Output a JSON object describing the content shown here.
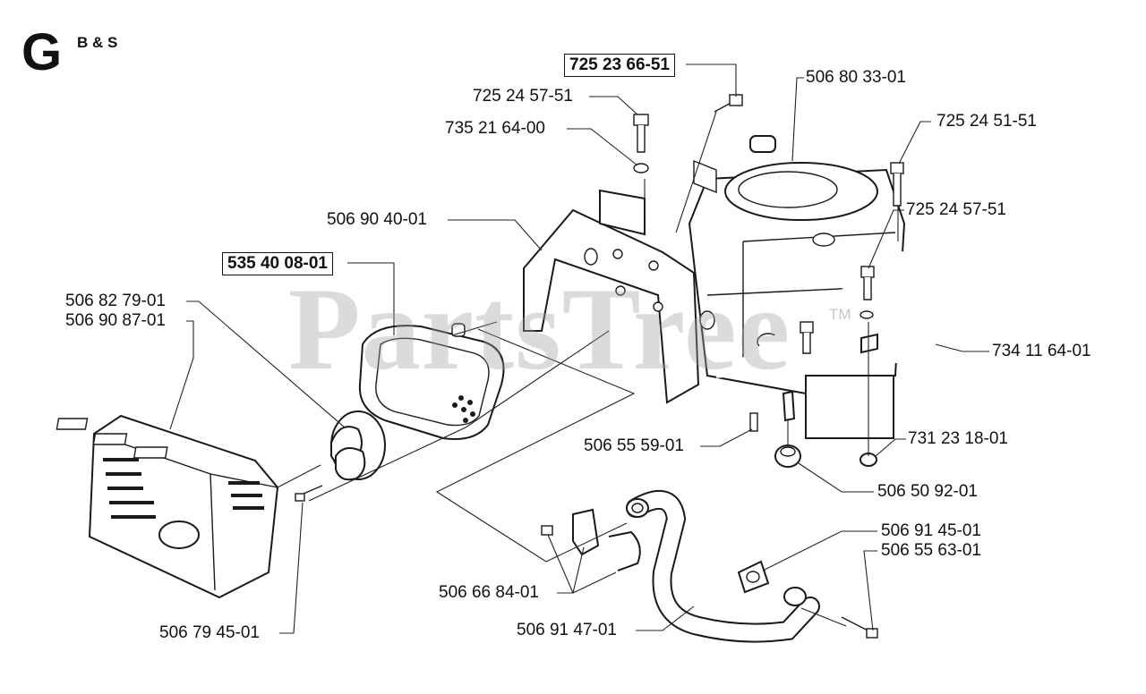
{
  "header": {
    "section_letter": "G",
    "subtitle": "B & S"
  },
  "watermark": {
    "text": "PartsTree",
    "trademark": "TM"
  },
  "callouts": [
    {
      "id": "c1",
      "number": "725 23 66-51",
      "boxed": true
    },
    {
      "id": "c2",
      "number": "725 24 57-51",
      "boxed": false
    },
    {
      "id": "c3",
      "number": "735 21 64-00",
      "boxed": false
    },
    {
      "id": "c4",
      "number": "506 80 33-01",
      "boxed": false
    },
    {
      "id": "c5",
      "number": "725 24 51-51",
      "boxed": false
    },
    {
      "id": "c6",
      "number": "725 24 57-51",
      "boxed": false
    },
    {
      "id": "c7",
      "number": "506 90 40-01",
      "boxed": false
    },
    {
      "id": "c8",
      "number": "535 40 08-01",
      "boxed": true
    },
    {
      "id": "c9",
      "number": "506 82 79-01",
      "boxed": false
    },
    {
      "id": "c10",
      "number": "506 90 87-01",
      "boxed": false
    },
    {
      "id": "c11",
      "number": "734 11 64-01",
      "boxed": false
    },
    {
      "id": "c12",
      "number": "731 23 18-01",
      "boxed": false
    },
    {
      "id": "c13",
      "number": "506 55 59-01",
      "boxed": false
    },
    {
      "id": "c14",
      "number": "506 50 92-01",
      "boxed": false
    },
    {
      "id": "c15",
      "number": "506 91 45-01",
      "boxed": false
    },
    {
      "id": "c16",
      "number": "506 55 63-01",
      "boxed": false
    },
    {
      "id": "c17",
      "number": "506 66 84-01",
      "boxed": false
    },
    {
      "id": "c18",
      "number": "506 91 47-01",
      "boxed": false
    },
    {
      "id": "c19",
      "number": "506 79 45-01",
      "boxed": false
    }
  ]
}
